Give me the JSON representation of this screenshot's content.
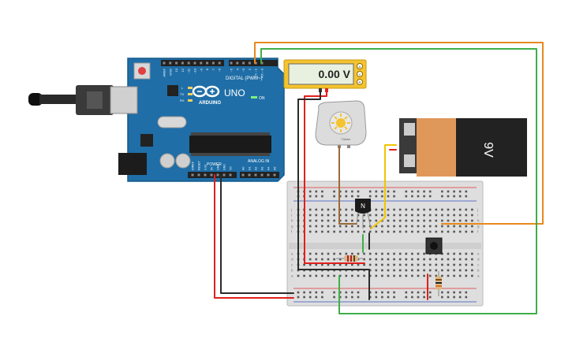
{
  "arduino": {
    "brand": "ARDUINO",
    "model": "UNO",
    "digital_label": "DIGITAL (PWM~)",
    "power_label": "POWER",
    "analog_label": "ANALOG IN",
    "on_label": "ON",
    "led_labels": [
      "L",
      "TX",
      "RX"
    ],
    "top_pin_labels": [
      "AREF",
      "GND",
      "13",
      "12",
      "~11",
      "~10",
      "~9",
      "8",
      "7",
      "~6",
      "~5",
      "4",
      "~3",
      "2",
      "TX→1",
      "RX←0"
    ],
    "bottom_pin_labels": [
      "IOREF",
      "RESET",
      "3.3V",
      "5V",
      "GND",
      "GND",
      "Vin",
      "A0",
      "A1",
      "A2",
      "A3",
      "A4",
      "A5"
    ]
  },
  "multimeter": {
    "reading": "0.00 V",
    "buttons": [
      "A",
      "V",
      "R"
    ]
  },
  "battery": {
    "label": "9V"
  },
  "transistor": {
    "label": "N"
  },
  "motor": {
    "label": "T-Motor"
  },
  "breadboard": {
    "row_letters_top": [
      "j",
      "i",
      "h",
      "g",
      "f"
    ],
    "row_letters_bottom": [
      "e",
      "d",
      "c",
      "b",
      "a"
    ],
    "column_count": 30
  },
  "colors": {
    "board_blue": "#1f6ea7",
    "wire_orange": "#e8891e",
    "wire_green": "#3fae49",
    "wire_red": "#e0201b",
    "wire_black": "#2b2b2b",
    "wire_brown": "#9b6a3a",
    "wire_yellow": "#f2c400",
    "battery_orange": "#e0975a",
    "meter_yellow": "#f4c430"
  }
}
